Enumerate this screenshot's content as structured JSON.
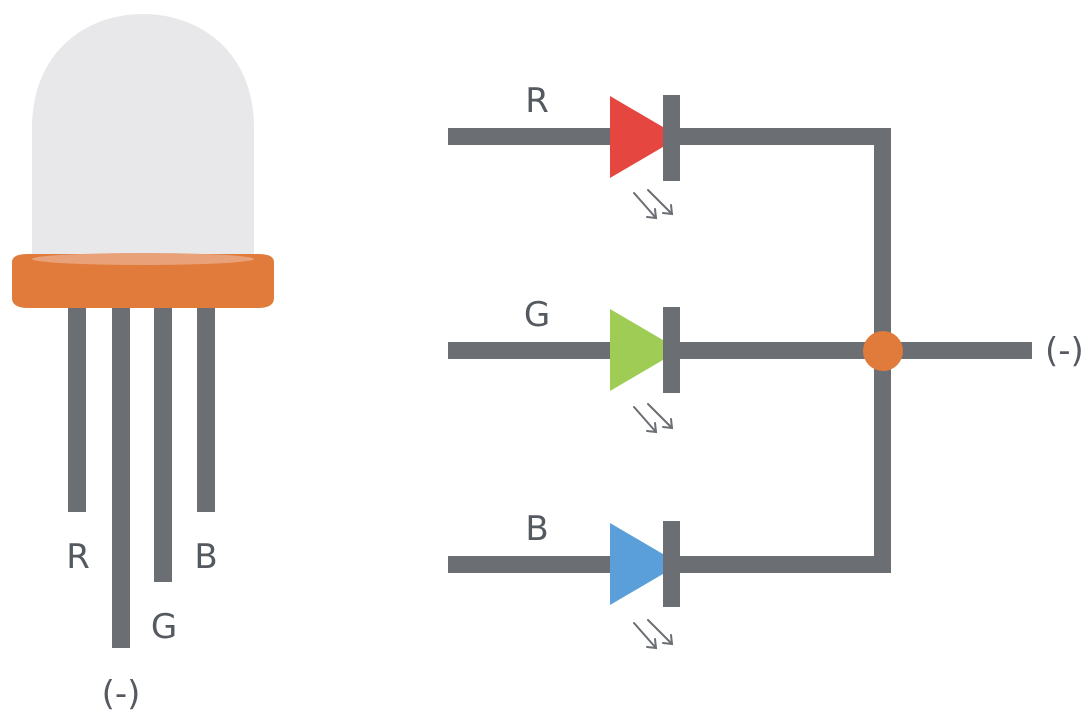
{
  "led_package": {
    "pin_labels": {
      "red": "R",
      "green": "G",
      "blue": "B",
      "common": "(-)"
    }
  },
  "schematic": {
    "labels": {
      "red": "R",
      "green": "G",
      "blue": "B",
      "output": "(-)"
    },
    "icons": {
      "light_emission": "light-emission-arrows-icon",
      "diode": "diode-symbol-icon"
    }
  },
  "colors": {
    "wire": "#6b6e72",
    "dome": "#e8e8ea",
    "rim": "#e07b3c",
    "rim_highlight": "#e8a178",
    "red": "#e5463f",
    "green": "#9ecc55",
    "blue": "#5a9fd9",
    "junction": "#e07b3c",
    "label": "#555a60"
  }
}
